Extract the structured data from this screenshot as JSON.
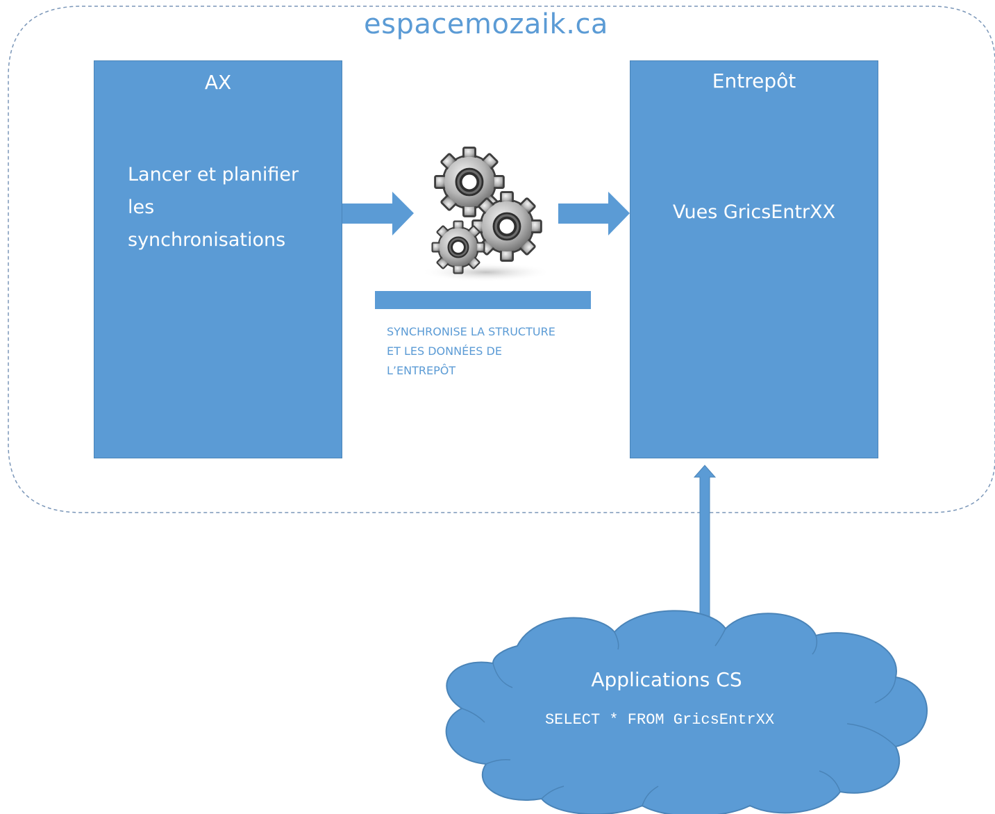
{
  "title": "espacemozaik.ca",
  "ax_box": {
    "title": "AX",
    "body_lines": [
      "Lancer et planifier",
      "les",
      "synchronisations"
    ]
  },
  "entrepot_box": {
    "title": "Entrepôt",
    "body": "Vues GricsEntrXX"
  },
  "process": {
    "icon": "gears-icon",
    "caption_lines": [
      "SYNCHRONISE  LA STRUCTURE",
      "ET LES DONNÉES  DE",
      "L’ENTREPÔT"
    ]
  },
  "cloud": {
    "title": "Applications CS",
    "query": "SELECT * FROM GricsEntrXX"
  },
  "colors": {
    "accent": "#5b9bd5",
    "border": "#4a84b8",
    "dashed": "#7a96b8"
  }
}
